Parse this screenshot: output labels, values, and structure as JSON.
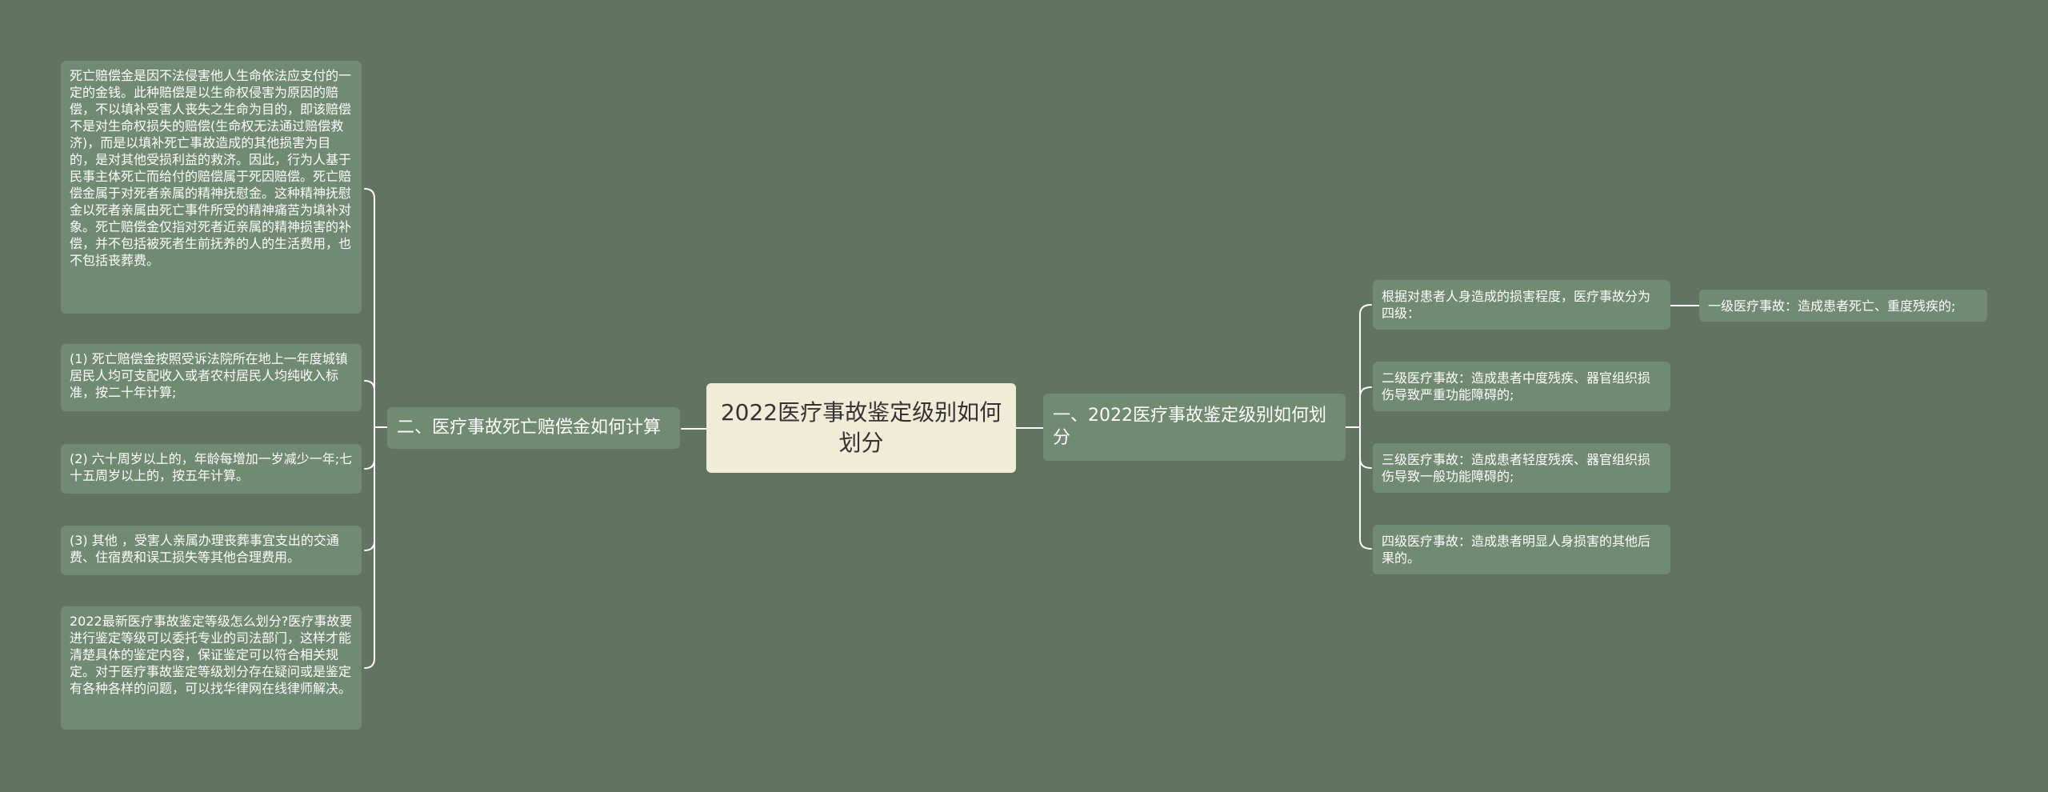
{
  "mindmap": {
    "root": "2022医疗事故鉴定级别如何划分",
    "left_branch": {
      "label": "二、医疗事故死亡赔偿金如何计算",
      "items": [
        "死亡赔偿金是因不法侵害他人生命依法应支付的一定的金钱。此种赔偿是以生命权侵害为原因的赔偿，不以填补受害人丧失之生命为目的，即该赔偿不是对生命权损失的赔偿(生命权无法通过赔偿救济)，而是以填补死亡事故造成的其他损害为目的，是对其他受损利益的救济。因此，行为人基于民事主体死亡而给付的赔偿属于死因赔偿。死亡赔偿金属于对死者亲属的精神抚慰金。这种精神抚慰金以死者亲属由死亡事件所受的精神痛苦为填补对象。死亡赔偿金仅指对死者近亲属的精神损害的补偿，并不包括被死者生前抚养的人的生活费用，也不包括丧葬费。",
        "(1) 死亡赔偿金按照受诉法院所在地上一年度城镇居民人均可支配收入或者农村居民人均纯收入标准，按二十年计算;",
        "(2) 六十周岁以上的，年龄每增加一岁减少一年;七十五周岁以上的，按五年计算。",
        "(3) 其他 ，受害人亲属办理丧葬事宜支出的交通费、住宿费和误工损失等其他合理费用。",
        "2022最新医疗事故鉴定等级怎么划分?医疗事故要进行鉴定等级可以委托专业的司法部门，这样才能清楚具体的鉴定内容，保证鉴定可以符合相关规定。对于医疗事故鉴定等级划分存在疑问或是鉴定有各种各样的问题，可以找华律网在线律师解决。"
      ]
    },
    "right_branch": {
      "label": "一、2022医疗事故鉴定级别如何划分",
      "items": [
        "根据对患者人身造成的损害程度，医疗事故分为四级：",
        "二级医疗事故：造成患者中度残疾、器官组织损伤导致严重功能障碍的;",
        "三级医疗事故：造成患者轻度残疾、器官组织损伤导致一般功能障碍的;",
        "四级医疗事故：造成患者明显人身损害的其他后果的。"
      ],
      "sub_item": "一级医疗事故：造成患者死亡、重度残疾的;"
    }
  }
}
